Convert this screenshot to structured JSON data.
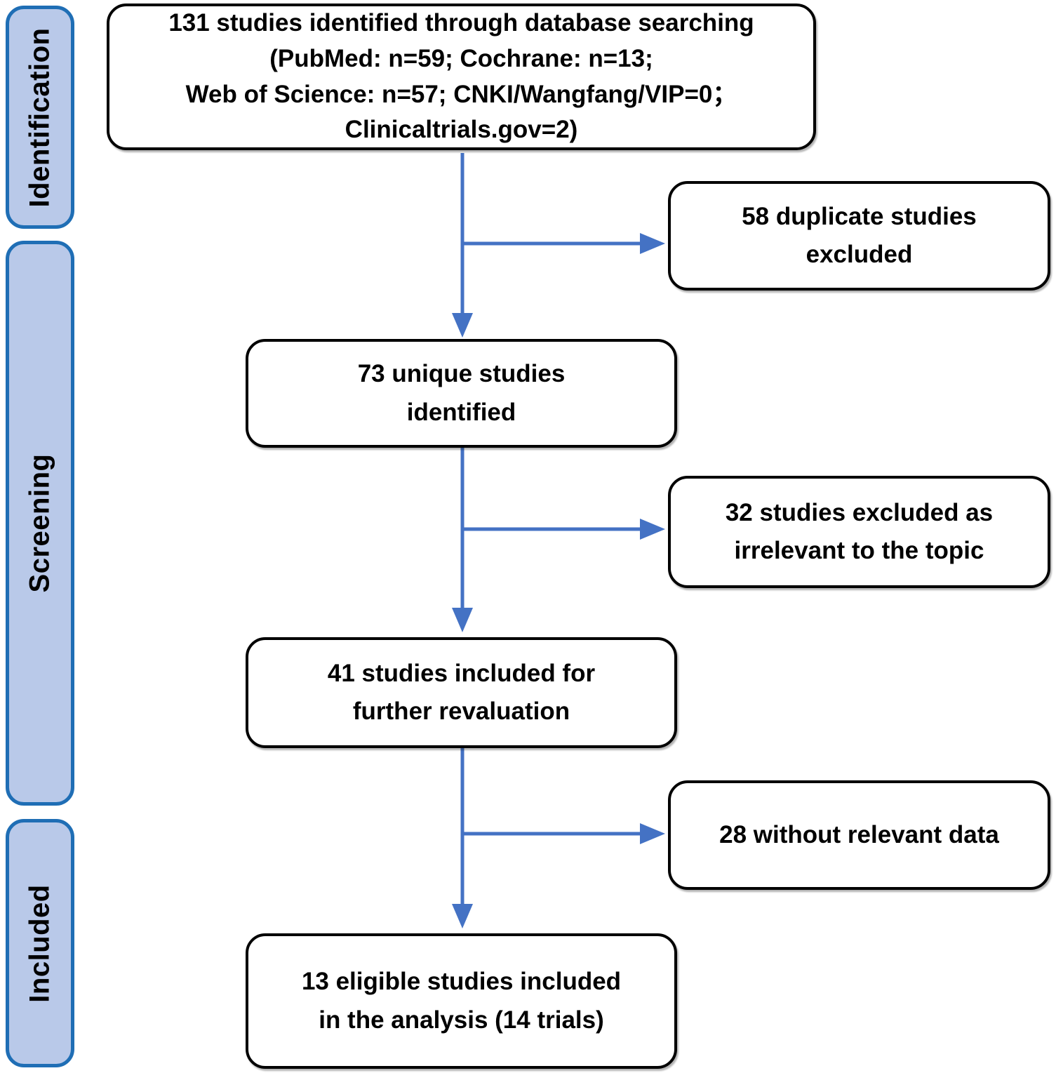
{
  "figure": {
    "type": "PRISMA-style study selection flow diagram"
  },
  "colors": {
    "arrow": "#4472C4",
    "sidebar_fill": "#B9C9E9",
    "sidebar_border": "#1F6EB5",
    "box_border": "#000000",
    "text": "#000000",
    "bg": "#FFFFFF"
  },
  "stages": [
    {
      "label": "Identification"
    },
    {
      "label": "Screening"
    },
    {
      "label": "Included"
    }
  ],
  "boxes": {
    "identified": {
      "text": "131 studies identified through database searching (PubMed: n=59; Cochrane: n=13; Web of Science: n=57; CNKI/Wangfang/VIP=0；Clinicaltrials.gov=2)",
      "lines": [
        "131 studies identified through database searching",
        "(PubMed: n=59; Cochrane: n=13;",
        "Web of Science: n=57; CNKI/Wangfang/VIP=0；",
        "Clinicaltrials.gov=2)"
      ]
    },
    "duplicates_excluded": {
      "text": "58 duplicate studies excluded",
      "lines": [
        "58 duplicate studies",
        "excluded"
      ]
    },
    "unique": {
      "text": "73 unique studies identified",
      "lines": [
        "73 unique studies",
        "identified"
      ]
    },
    "irrelevant_excluded": {
      "text": "32 studies excluded as irrelevant to the topic",
      "lines": [
        "32 studies excluded as",
        "irrelevant to the topic"
      ]
    },
    "revaluation": {
      "text": "41 studies included for further revaluation",
      "lines": [
        "41 studies included for",
        "further revaluation"
      ]
    },
    "no_relevant_data": {
      "text": "28 without relevant data",
      "lines": [
        "28 without relevant data"
      ]
    },
    "final_included": {
      "text": "13 eligible studies included in the analysis (14 trials)",
      "lines": [
        "13 eligible studies included",
        "in the analysis (14 trials)"
      ]
    }
  }
}
